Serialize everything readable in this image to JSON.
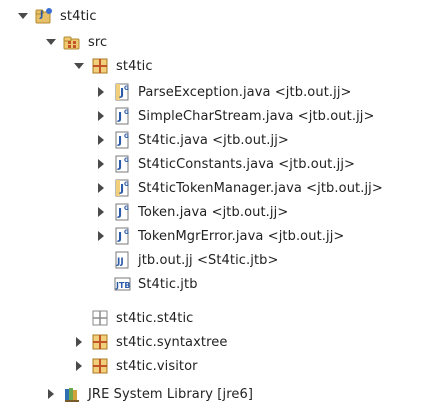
{
  "tree": {
    "project": {
      "label": "st4tic",
      "icon": "java-project-icon"
    },
    "src": {
      "label": "src",
      "icon": "source-folder-icon"
    },
    "pkg_st4tic": {
      "label": "st4tic",
      "icon": "package-icon"
    },
    "files": [
      {
        "label": "ParseException.java <jtb.out.jj>",
        "icon": "java-file-icon"
      },
      {
        "label": "SimpleCharStream.java <jtb.out.jj>",
        "icon": "java-file-icon"
      },
      {
        "label": "St4tic.java <jtb.out.jj>",
        "icon": "java-file-icon"
      },
      {
        "label": "St4ticConstants.java <jtb.out.jj>",
        "icon": "java-file-icon"
      },
      {
        "label": "St4ticTokenManager.java <jtb.out.jj>",
        "icon": "java-file-icon"
      },
      {
        "label": "Token.java <jtb.out.jj>",
        "icon": "java-file-icon"
      },
      {
        "label": "TokenMgrError.java <jtb.out.jj>",
        "icon": "java-file-icon"
      },
      {
        "label": "jtb.out.jj <St4tic.jtb>",
        "icon": "jj-file-icon"
      },
      {
        "label": "St4tic.jtb",
        "icon": "jtb-file-icon"
      }
    ],
    "pkg_st4tic_st4tic": {
      "label": "st4tic.st4tic",
      "icon": "empty-package-icon"
    },
    "pkg_syntaxtree": {
      "label": "st4tic.syntaxtree",
      "icon": "package-icon"
    },
    "pkg_visitor": {
      "label": "st4tic.visitor",
      "icon": "package-icon"
    },
    "jre": {
      "label": "JRE System Library [jre6]",
      "icon": "library-icon"
    }
  }
}
